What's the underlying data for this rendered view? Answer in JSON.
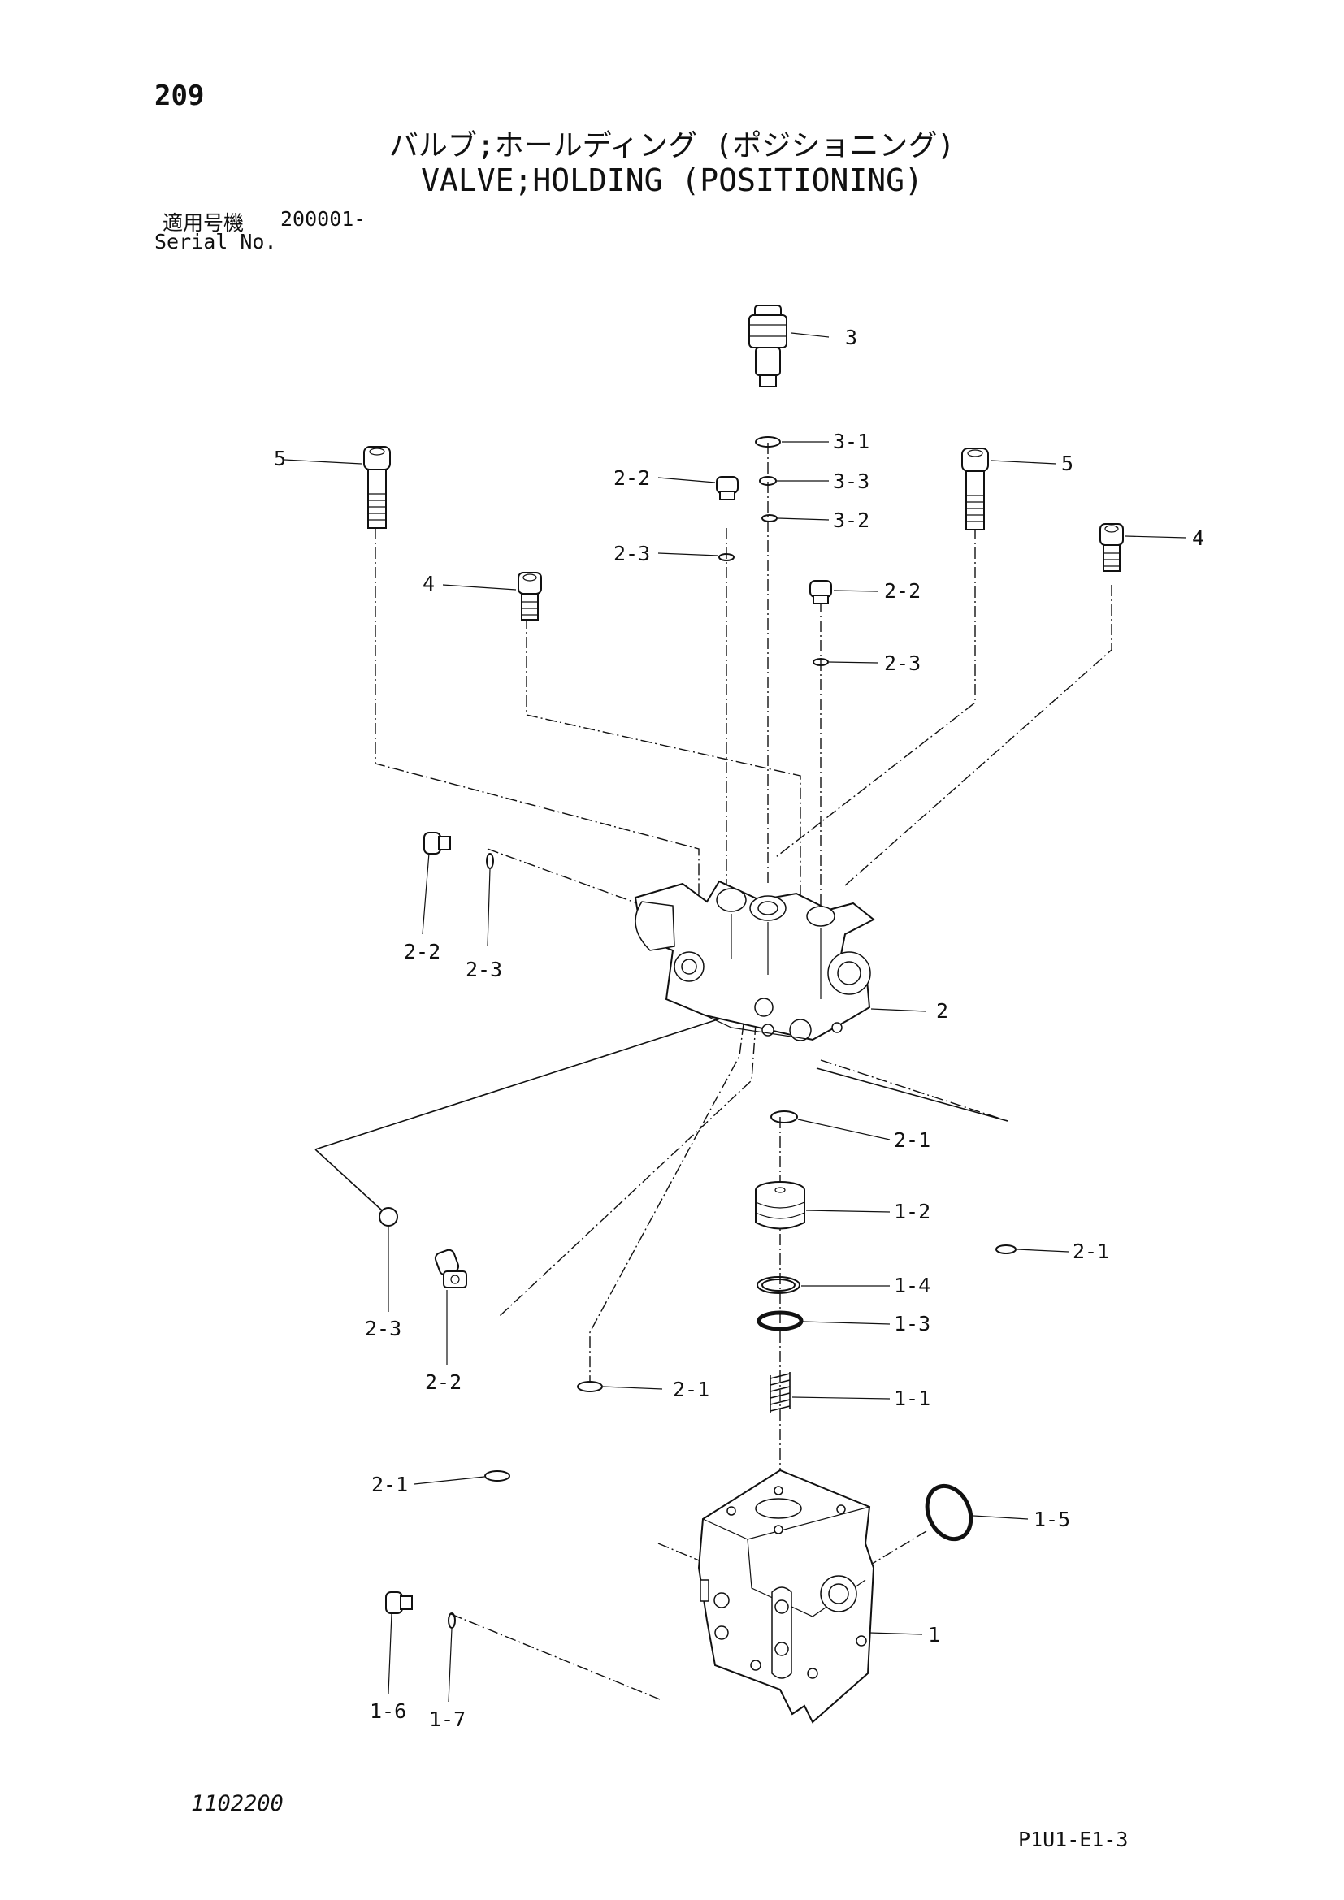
{
  "header": {
    "page_number": "209",
    "title_jp": "バルブ;ホールディング (ポジショニング)",
    "title_en": "VALVE;HOLDING (POSITIONING)",
    "serial_label_jp": "適用号機",
    "serial_value": "200001-",
    "serial_label_en": "Serial No."
  },
  "footer": {
    "doc_code": "1102200",
    "sheet_code": "P1U1-E1-3"
  },
  "callouts": {
    "c_3": "3",
    "c_3_1": "3-1",
    "c_3_3": "3-3",
    "c_3_2": "3-2",
    "c_5_left": "5",
    "c_5_right": "5",
    "c_4_left": "4",
    "c_4_right": "4",
    "c_2_2_top": "2-2",
    "c_2_3_top": "2-3",
    "c_2_2_mid": "2-2",
    "c_2_3_mid": "2-3",
    "c_2_2_side": "2-2",
    "c_2_3_side": "2-3",
    "c_2": "2",
    "c_2_1_a": "2-1",
    "c_1_2": "1-2",
    "c_2_1_right": "2-1",
    "c_1_4": "1-4",
    "c_1_3": "1-3",
    "c_2_3_low": "2-3",
    "c_2_2_low": "2-2",
    "c_2_1_b": "2-1",
    "c_1_1": "1-1",
    "c_2_1_c": "2-1",
    "c_1_5": "1-5",
    "c_1": "1",
    "c_1_6": "1-6",
    "c_1_7": "1-7"
  }
}
